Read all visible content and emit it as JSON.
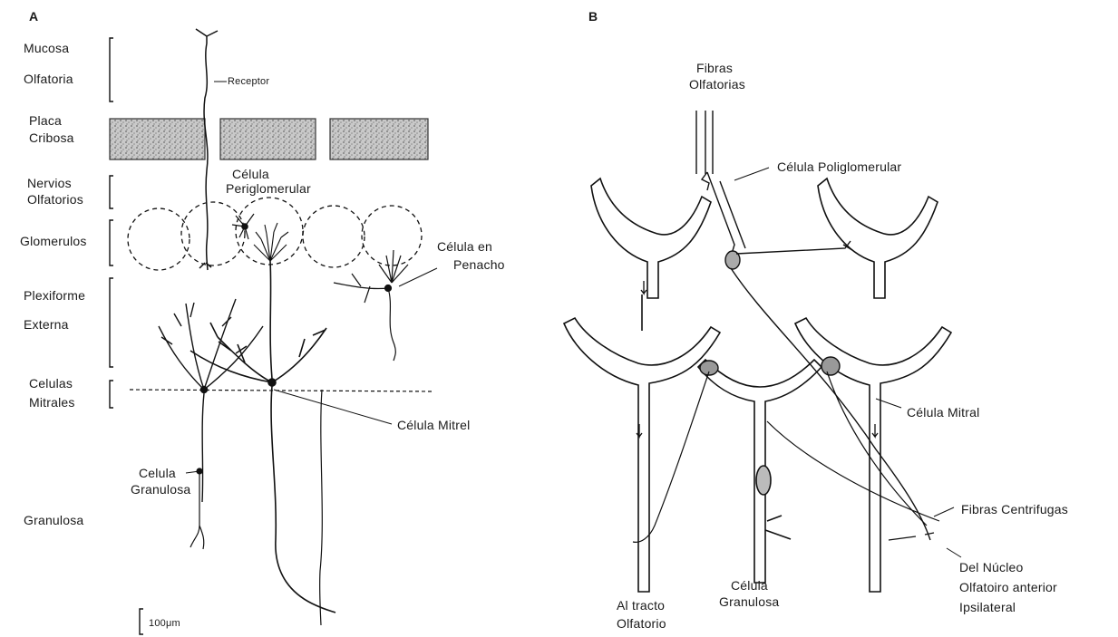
{
  "panel_a": {
    "letter": "A",
    "layers": {
      "mucosa": [
        "Mucosa",
        "Olfatoria"
      ],
      "placa": [
        "Placa",
        "Cribosa"
      ],
      "nervios": [
        "Nervios",
        "Olfatorios"
      ],
      "glomerulos": "Glomerulos",
      "plexiforme": [
        "Plexiforme",
        "Externa"
      ],
      "mitrales": [
        "Celulas",
        "Mitrales"
      ],
      "granulosa": "Granulosa"
    },
    "cells": {
      "receptor": "Receptor",
      "periglomerular": [
        "Célula",
        "Periglomerular"
      ],
      "penacho": [
        "Célula en",
        "Penacho"
      ],
      "mitral": "Célula Mitrel",
      "granulosa": [
        "Celula",
        "Granulosa"
      ]
    },
    "scale_bar": "100μm"
  },
  "panel_b": {
    "letter": "B",
    "labels": {
      "fibras_olfatorias": [
        "Fibras",
        "Olfatorias"
      ],
      "poliglomerular": "Célula Poliglomerular",
      "mitral": "Célula Mitral",
      "fibras_centrifugas": "Fibras Centrifugas",
      "nucleo": [
        "Del Núcleo",
        "Olfatoiro anterior",
        "Ipsilateral"
      ],
      "granulosa": [
        "Célula",
        "Granulosa"
      ],
      "tracto": [
        "Al tracto",
        "Olfatorio"
      ]
    }
  }
}
